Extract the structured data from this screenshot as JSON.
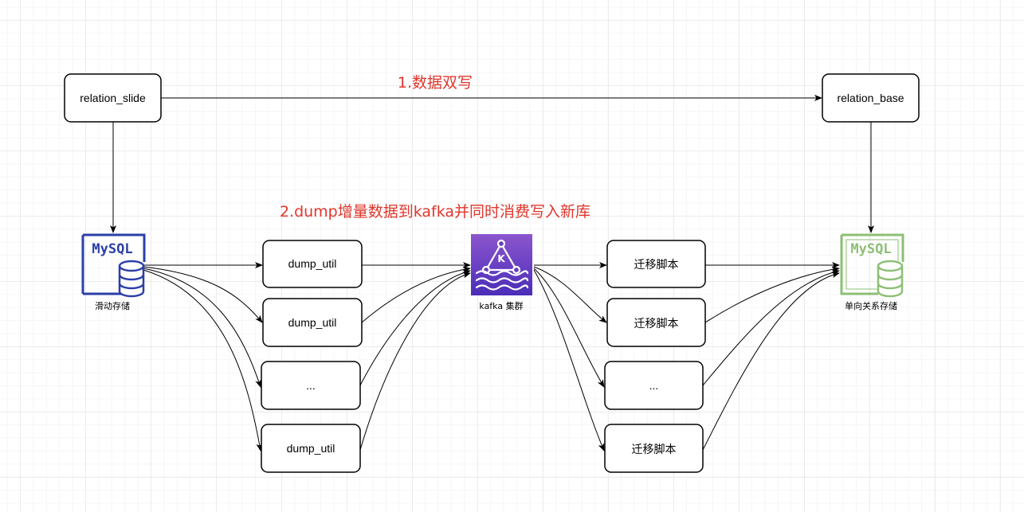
{
  "colors": {
    "label_red": "#e0362c",
    "mysql_source": "#2b3fa8",
    "mysql_target": "#8dbf75",
    "kafka_gradient_top": "#8c56ce",
    "kafka_gradient_bottom": "#4a2db8"
  },
  "nodes": {
    "relation_slide": "relation_slide",
    "relation_base": "relation_base",
    "dump_util_1": "dump_util",
    "dump_util_2": "dump_util",
    "dump_ellipsis": "...",
    "dump_util_3": "dump_util",
    "migrate_1": "迁移脚本",
    "migrate_2": "迁移脚本",
    "migrate_ellipsis": "...",
    "migrate_3": "迁移脚本"
  },
  "icons": {
    "mysql_source": {
      "name": "mysql-icon",
      "text": "MySQL",
      "caption": "滑动存储"
    },
    "kafka": {
      "name": "kafka-icon",
      "letter": "K",
      "caption": "kafka 集群"
    },
    "mysql_target": {
      "name": "mysql-icon",
      "text": "MySQL",
      "caption": "单向关系存储"
    }
  },
  "labels": {
    "step1": "1.数据双写",
    "step2": "2.dump增量数据到kafka并同时消费写入新库"
  }
}
